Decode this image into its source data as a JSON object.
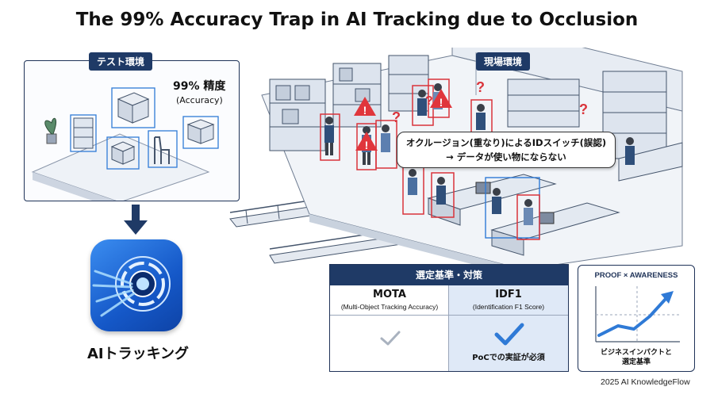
{
  "title": "The 99% Accuracy Trap in AI Tracking due to Occlusion",
  "test_environment": {
    "tag": "テスト環境",
    "accuracy_value": "99% 精度",
    "accuracy_sub": "(Accuracy)"
  },
  "field_environment": {
    "tag": "現場環境",
    "bubble_line1": "オクルージョン(重なり)によるIDスイッチ(誤認)",
    "bubble_line2": "→ データが使い物にならない"
  },
  "ai_tracking": {
    "label": "AIトラッキング"
  },
  "criteria": {
    "header": "選定基準・対策",
    "columns": [
      {
        "metric": "MOTA",
        "sub": "(Multi-Object Tracking Accuracy)",
        "check": "light"
      },
      {
        "metric": "IDF1",
        "sub": "(Identification F1 Score)",
        "check": "strong",
        "note": "PoCでの実証が必須"
      }
    ]
  },
  "proof_card": {
    "title": "PROOF × AWARENESS",
    "caption_line1": "ビジネスインパクトと",
    "caption_line2": "選定基準"
  },
  "footer": "2025 AI KnowledgeFlow",
  "colors": {
    "navy": "#1f3a66",
    "accent_blue": "#2f7ad6",
    "alert_red": "#d9333a",
    "warning_red": "#e0363c"
  }
}
